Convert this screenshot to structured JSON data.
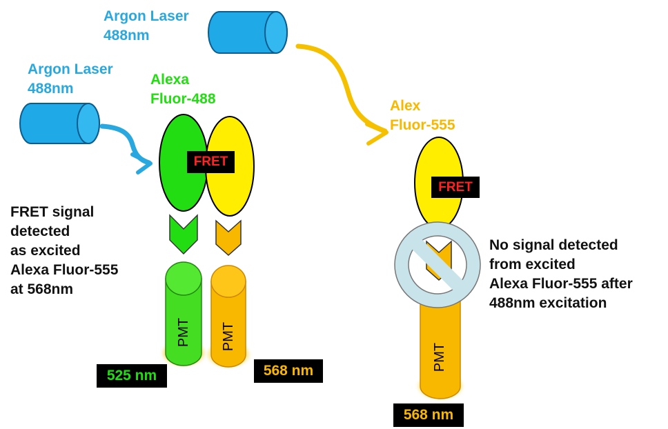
{
  "colors": {
    "laser": "#1fa9e6",
    "laser_dark": "#0a6fa8",
    "alexa488": "#22dd11",
    "alexa555": "#ffee00",
    "pmt_orange": "#f8b800",
    "pmt_green": "#44dd22",
    "blue_arrow": "#29a8e0",
    "orange_arrow": "#f5c000",
    "no_symbol": "#c8e4ea"
  },
  "left_panel": {
    "laser_label_line1": "Argon Laser",
    "laser_label_line2": "488nm",
    "fluor_label_line1": "Alexa",
    "fluor_label_line2": "Fluor-488",
    "fret_badge": "FRET",
    "pmt_green_label": "PMT",
    "pmt_orange_label": "PMT",
    "wavelength_green": "525 nm",
    "wavelength_orange": "568 nm",
    "description": [
      "FRET signal",
      "detected",
      "as excited",
      "Alexa Fluor-555",
      "at 568nm"
    ]
  },
  "right_panel": {
    "laser_label_line1": "Argon Laser",
    "laser_label_line2": "488nm",
    "fluor_label_line1": "Alex",
    "fluor_label_line2": "Fluor-555",
    "fret_badge": "FRET",
    "pmt_label": "PMT",
    "wavelength": "568 nm",
    "description": [
      "No signal detected",
      "from excited",
      "Alexa Fluor-555 after",
      "488nm excitation"
    ]
  }
}
